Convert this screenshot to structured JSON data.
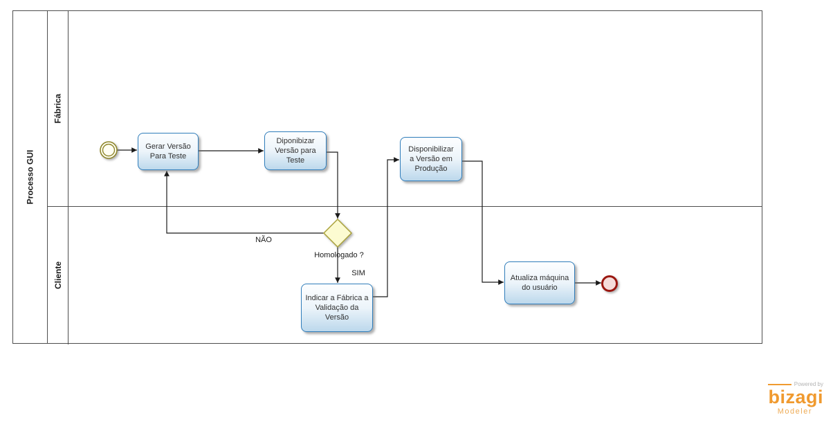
{
  "pool": {
    "title": "Processo GUI",
    "lanes": [
      {
        "label": "Fábrica"
      },
      {
        "label": "Cliente"
      }
    ]
  },
  "tasks": {
    "gerar_versao": {
      "label": "Gerar Versão\nPara Teste"
    },
    "diponibizar_teste": {
      "label": "Diponibizar\nVersão para\nTeste"
    },
    "disponibilizar_producao": {
      "label": "Disponibilizar\na Versão em\nProdução"
    },
    "indicar_validacao": {
      "label": "Indicar a Fábrica a\nValidação da\nVersão"
    },
    "atualiza_maquina": {
      "label": "Atualiza máquina\ndo usuário"
    }
  },
  "gateway": {
    "label": "Homologado ?"
  },
  "flow_labels": {
    "no": "NÃO",
    "yes": "SIM"
  },
  "branding": {
    "powered_by": "Powered by",
    "brand": "bizagi",
    "product": "Modeler"
  },
  "colors": {
    "task_border": "#2e7cba",
    "task_fill_bottom": "#bcd8ec",
    "gateway_border": "#aaa23a",
    "gateway_fill": "#fcfbd1",
    "start_event_stroke": "#8e862b",
    "end_event_stroke": "#9b1710",
    "end_event_fill": "#f6dcda",
    "flow_stroke": "#1a1a1a",
    "brand_orange": "#f09a2f"
  }
}
